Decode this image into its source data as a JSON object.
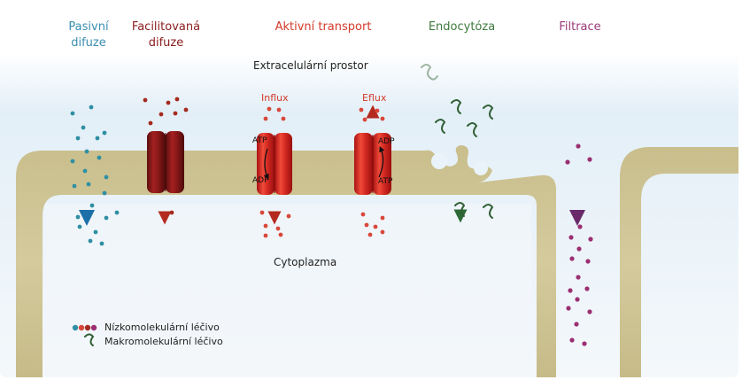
{
  "headers": {
    "passive": {
      "line1": "Pasivní",
      "line2": "difuze",
      "color": "#3a8eb0"
    },
    "facilitated": {
      "line1": "Facilitovaná",
      "line2": "difuze",
      "color": "#8a1c1c"
    },
    "active": {
      "label": "Aktivní transport",
      "color": "#d43a2a"
    },
    "endocytosis": {
      "label": "Endocytóza",
      "color": "#3d7a3d"
    },
    "filtration": {
      "label": "Filtrace",
      "color": "#9a3a7a"
    }
  },
  "regions": {
    "extracellular": "Extracelulární prostor",
    "cytoplasm": "Cytoplazma"
  },
  "transport": {
    "influx": "Influx",
    "eflux": "Eflux",
    "atp": "ATP",
    "adp": "ADP"
  },
  "legend": {
    "small_molecule": "Nízkomolekulární léčivo",
    "macromolecule": "Makromolekulární léčivo"
  },
  "colors": {
    "membrane": "#cfc494",
    "extracellular_bg": "#e6f1f8",
    "passive_particle": "#2f8fa3",
    "facilitated_particle": "#a52a1f",
    "active_particle": "#d8483a",
    "filtration_particle": "#9b2f72",
    "macromolecule": "#2f5e34"
  }
}
